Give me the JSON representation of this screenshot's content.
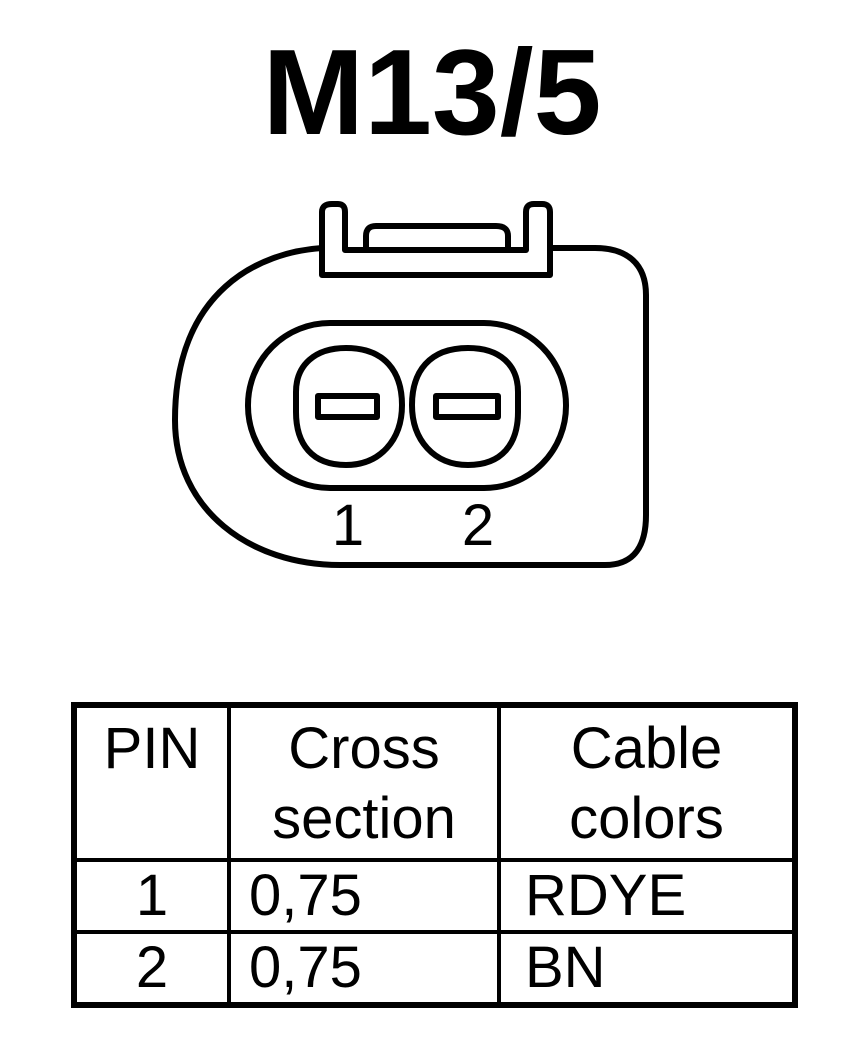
{
  "title": "M13/5",
  "connector": {
    "pin_labels": [
      "1",
      "2"
    ]
  },
  "table": {
    "headers": {
      "pin": "PIN",
      "cross_section_line1": "Cross",
      "cross_section_line2": "section",
      "cable_colors_line1": "Cable",
      "cable_colors_line2": "colors"
    },
    "rows": [
      {
        "pin": "1",
        "cross_section": "0,75",
        "cable_color": "RDYE"
      },
      {
        "pin": "2",
        "cross_section": "0,75",
        "cable_color": "BN"
      }
    ]
  }
}
